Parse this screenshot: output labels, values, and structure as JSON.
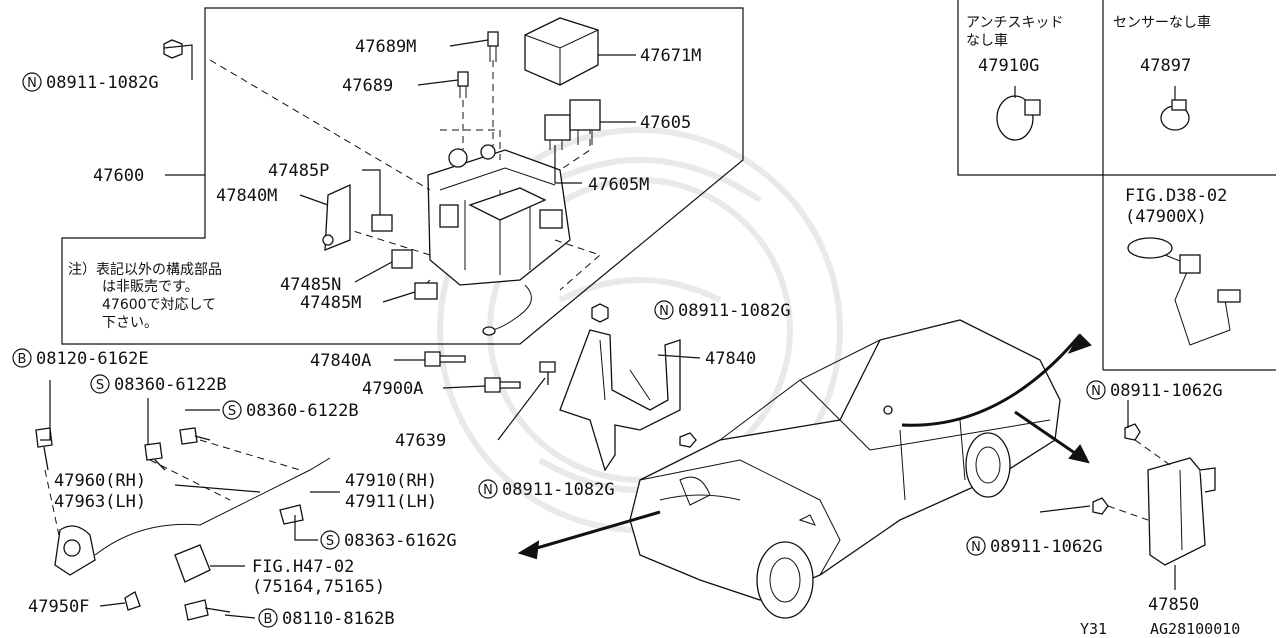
{
  "labels": {
    "l_47689M": "47689M",
    "l_47671M": "47671M",
    "l_47689": "47689",
    "l_47605": "47605",
    "l_47600": "47600",
    "l_47485P": "47485P",
    "l_47840M": "47840M",
    "l_47605M": "47605M",
    "l_47485N": "47485N",
    "l_47485M": "47485M",
    "l_47840A": "47840A",
    "l_47840": "47840",
    "l_47900A": "47900A",
    "l_47639": "47639",
    "l_47960": "47960(RH)",
    "l_47963": "47963(LH)",
    "l_47910": "47910(RH)",
    "l_47911": "47911(LH)",
    "l_47950F": "47950F",
    "l_figh": "FIG.H47-02",
    "l_figh_sub": "(75164,75165)",
    "l_47910G": "47910G",
    "l_47897": "47897",
    "l_figd": "FIG.D38-02",
    "l_figd_sub": "(47900X)",
    "l_47850": "47850",
    "l_footer_model": "Y31",
    "l_footer_code": "AG28100010"
  },
  "circled": {
    "c1": {
      "symbol": "N",
      "text": "08911-1082G"
    },
    "c2": {
      "symbol": "N",
      "text": "08911-1082G"
    },
    "c3": {
      "symbol": "B",
      "text": "08120-6162E"
    },
    "c4": {
      "symbol": "S",
      "text": "08360-6122B"
    },
    "c5": {
      "symbol": "S",
      "text": "08360-6122B"
    },
    "c6": {
      "symbol": "N",
      "text": "08911-1082G"
    },
    "c7": {
      "symbol": "S",
      "text": "08363-6162G"
    },
    "c8": {
      "symbol": "B",
      "text": "08110-8162B"
    },
    "c9": {
      "symbol": "N",
      "text": "08911-1062G"
    },
    "c10": {
      "symbol": "N",
      "text": "08911-1062G"
    }
  },
  "note": {
    "line1": "注）表記以外の構成部品",
    "line2": "は非販売です。",
    "line3": "47600で対応して",
    "line4": "下さい。"
  },
  "inset": {
    "left_title_1": "アンチスキッド",
    "left_title_2": "なし車",
    "right_title": "センサーなし車"
  }
}
